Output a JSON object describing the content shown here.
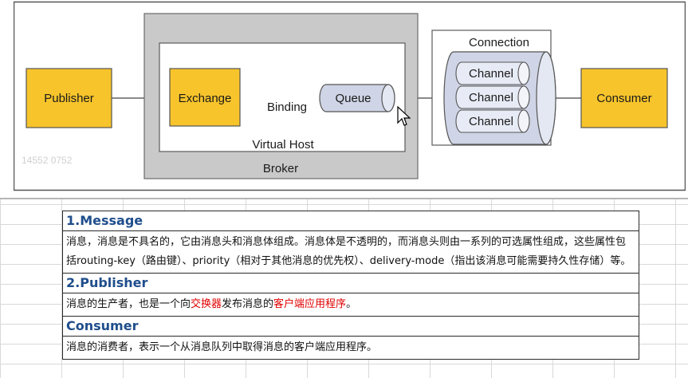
{
  "diagram": {
    "publisher": "Publisher",
    "exchange": "Exchange",
    "binding": "Binding",
    "queue": "Queue",
    "virtual_host": "Virtual Host",
    "broker": "Broker",
    "connection": "Connection",
    "channels": [
      "Channel",
      "Channel",
      "Channel"
    ],
    "consumer": "Consumer",
    "watermark": "14552 0752",
    "colors": {
      "node": "#f7c42b",
      "broker": "#c9c9c9",
      "channel": "#cfd5e6"
    }
  },
  "table": {
    "message": {
      "title": "1.Message",
      "desc": "消息，消息是不具名的，它由消息头和消息体组成。消息体是不透明的，而消息头则由一系列的可选属性组成，这些属性包括routing-key（路由键）、priority（相对于其他消息的优先权）、delivery-mode（指出该消息可能需要持久性存储）等。"
    },
    "publisher": {
      "title": "2.Publisher",
      "desc_1": "消息的生产者，也是一个向",
      "desc_2": "交换器",
      "desc_3": "发布消息的",
      "desc_4": "客户端应用程序",
      "desc_5": "。"
    },
    "consumer": {
      "title": "Consumer",
      "desc": "消息的消费者，表示一个从消息队列中取得消息的客户端应用程序。"
    }
  }
}
